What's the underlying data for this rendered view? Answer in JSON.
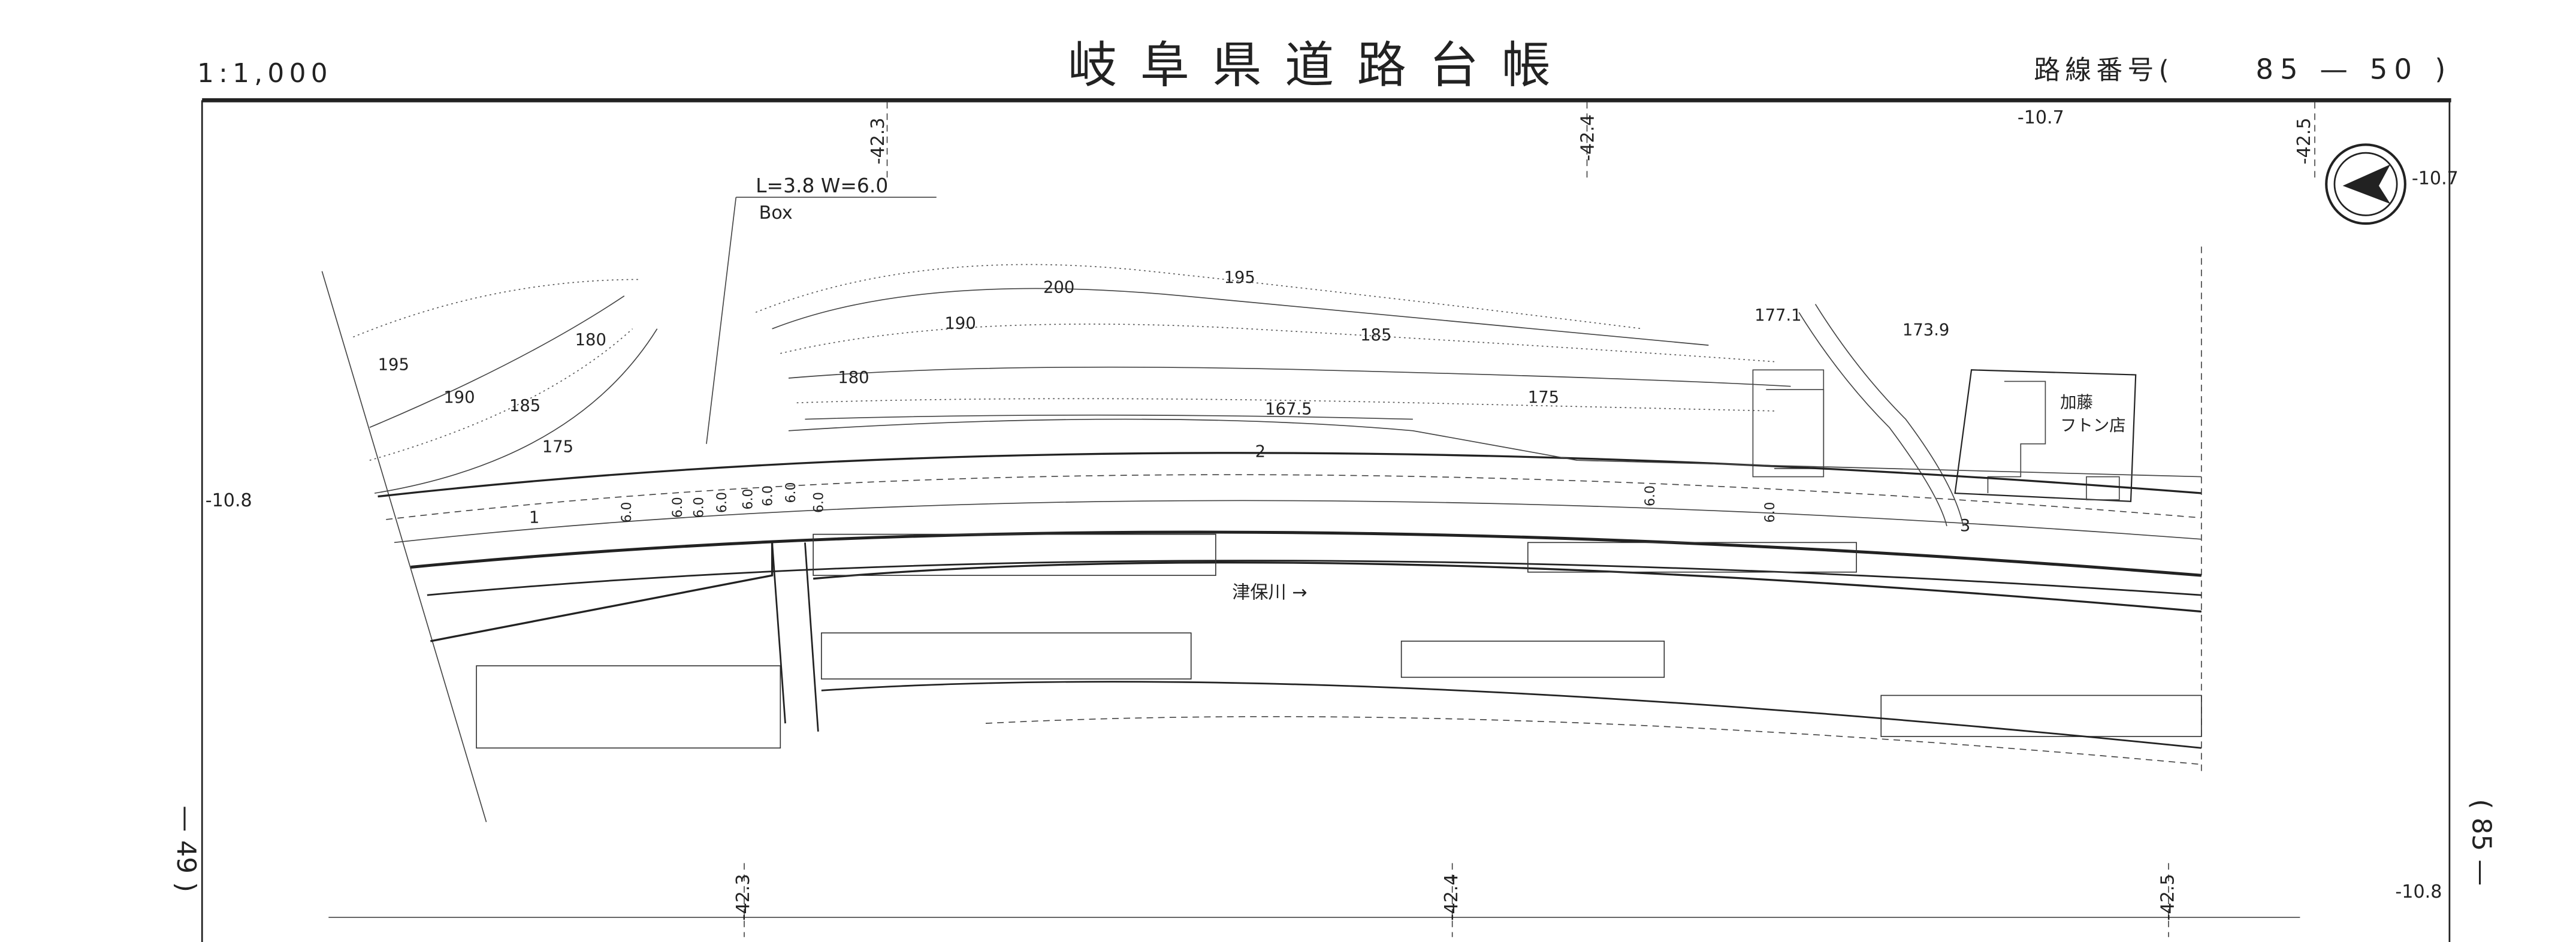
{
  "header": {
    "scale": "1:1,000",
    "title": "岐阜県道路台帳",
    "route_label": "路線番号(",
    "route_number": "85 — 50",
    "route_close": ")"
  },
  "side_labels": {
    "left_sheet": "— 49 )",
    "right_sheet": "( 85 —"
  },
  "grid_labels": {
    "top": [
      "-42.3",
      "-42.4",
      "-42.5"
    ],
    "bottom": [
      "-42.3",
      "-42.4",
      "-42.5"
    ],
    "right_top_a": "-10.7",
    "right_top_b": "-10.7",
    "left_mid": "-10.8",
    "right_bottom": "-10.8"
  },
  "structure": {
    "dimensions": "L=3.8 W=6.0",
    "type": "Box"
  },
  "contours": [
    "200",
    "195",
    "190",
    "185",
    "180",
    "175",
    "167.5",
    "195",
    "190",
    "185",
    "180",
    "175"
  ],
  "spot_heights": [
    "177.1",
    "173.9"
  ],
  "shop_name_1": "加藤",
  "shop_name_2": "フトン店",
  "river_label": "津保川 →",
  "stations": [
    "1",
    "2",
    "3"
  ],
  "widths": [
    "6.0",
    "6.0",
    "6.0",
    "6.0",
    "6.0",
    "6.0",
    "6.0",
    "6.0",
    "6.0",
    "6.0"
  ],
  "north_arrow": "north-arrow"
}
